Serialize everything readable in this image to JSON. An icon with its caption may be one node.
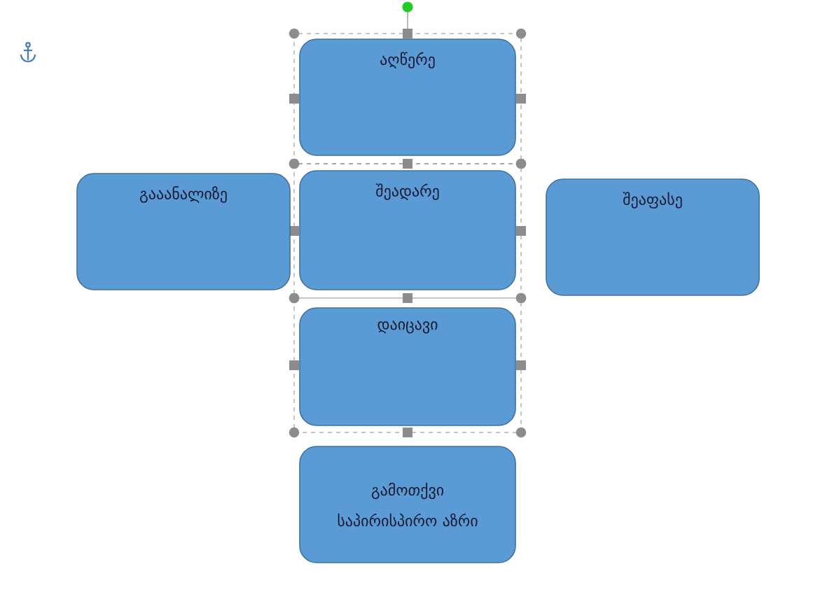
{
  "diagram": {
    "nodes": [
      {
        "text": [
          "აღწერე"
        ]
      },
      {
        "text": [
          "გააანალიზე"
        ]
      },
      {
        "text": [
          "შეადარე"
        ]
      },
      {
        "text": [
          "შეაფასე"
        ]
      },
      {
        "text": [
          "დაიცავი"
        ]
      },
      {
        "text": [
          "გამოთქვი საპირისპირო აზრი"
        ]
      }
    ]
  }
}
